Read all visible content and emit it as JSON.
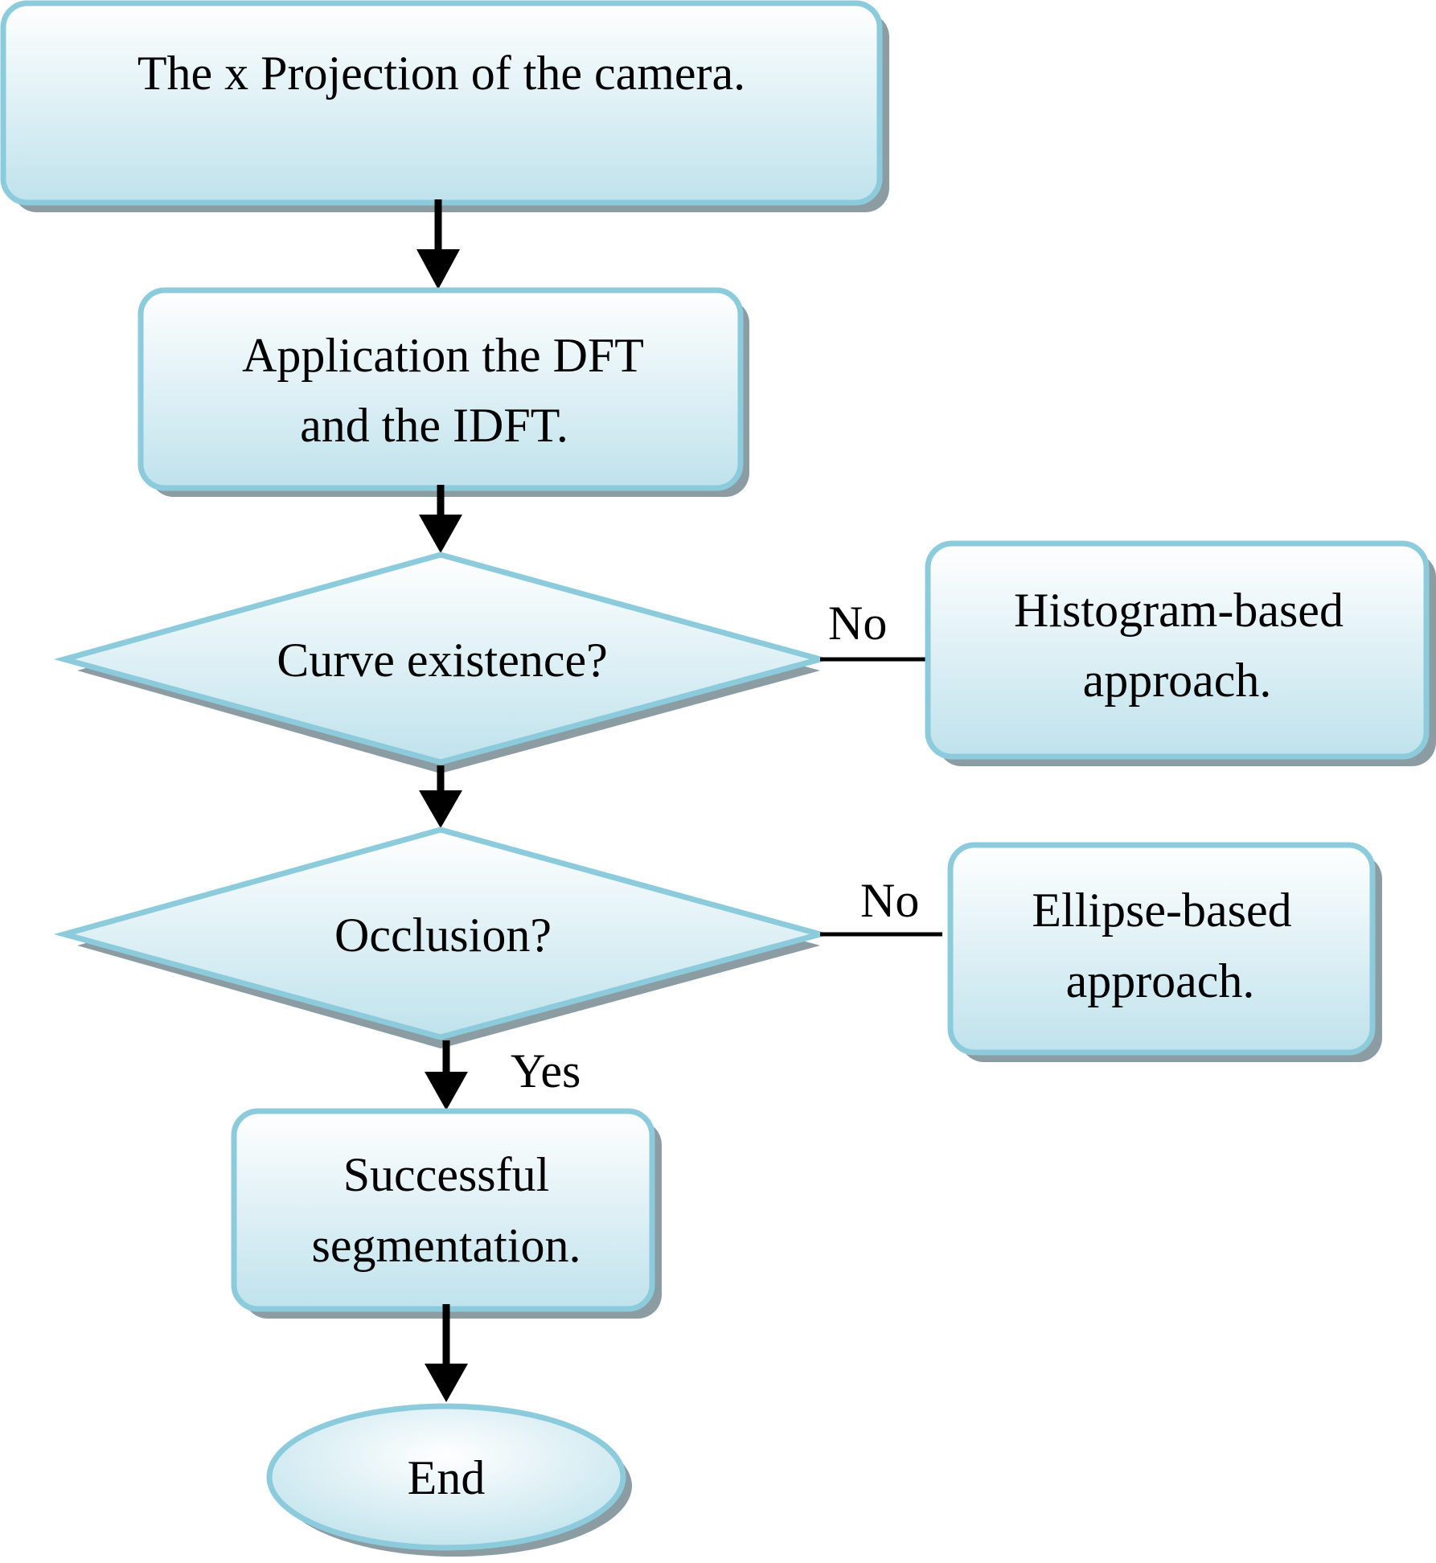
{
  "nodes": {
    "projection": {
      "lines": [
        "The x Projection of the camera."
      ]
    },
    "dft": {
      "lines": [
        "Application the DFT",
        "and the IDFT."
      ]
    },
    "curve": {
      "lines": [
        "Curve existence?"
      ]
    },
    "histogram": {
      "lines": [
        "Histogram-based",
        "approach."
      ]
    },
    "occlusion": {
      "lines": [
        "Occlusion?"
      ]
    },
    "ellipse": {
      "lines": [
        "Ellipse-based",
        "approach."
      ]
    },
    "success": {
      "lines": [
        "Successful",
        "segmentation."
      ]
    },
    "end": {
      "lines": [
        "End"
      ]
    }
  },
  "edges": {
    "curve_no": "No",
    "occlusion_no": "No",
    "occlusion_yes": "Yes"
  },
  "colors": {
    "node_fill_top": "#ffffff",
    "node_fill_bottom": "#bfe2ec",
    "node_stroke": "#8ccbdb",
    "shadow": "#8c9ca3",
    "arrow": "#000000"
  }
}
